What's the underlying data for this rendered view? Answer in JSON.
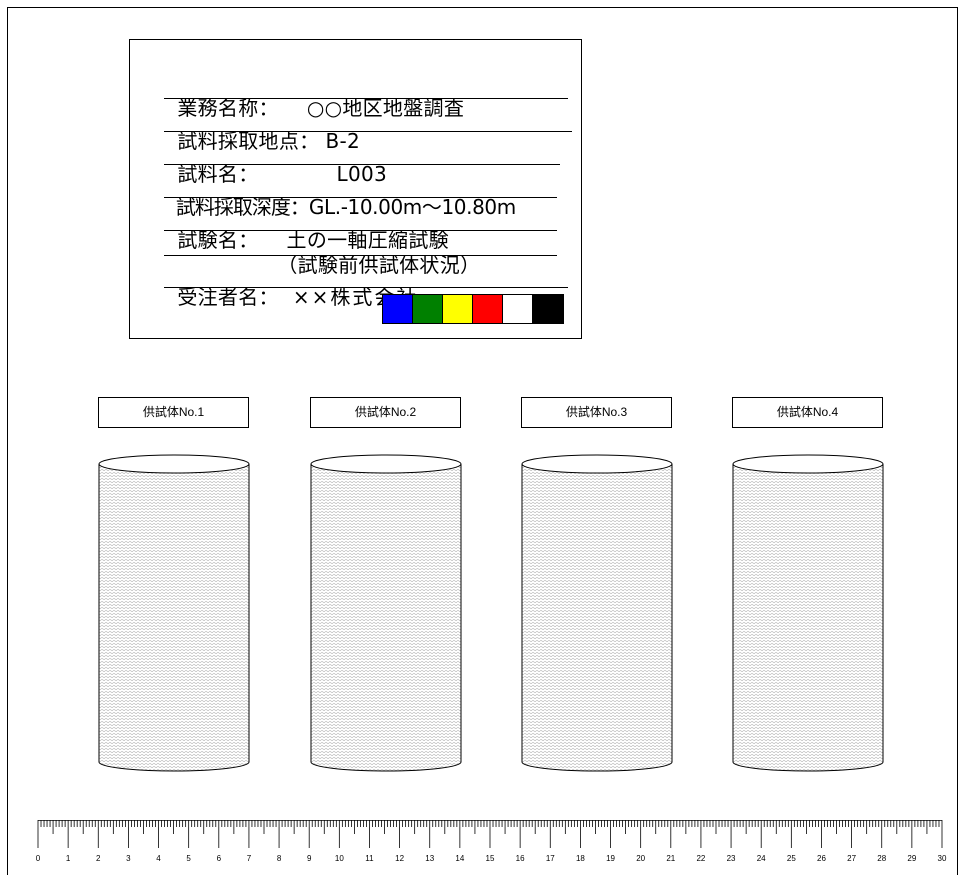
{
  "info_block": {
    "lines": [
      {
        "label": "業務名称：",
        "value": "○○地区地盤調査"
      },
      {
        "label": "試料採取地点：",
        "value": "B-2"
      },
      {
        "label": "試料名：",
        "value": "L003"
      },
      {
        "label": "試料採取深度：",
        "value": "GL.-10.00m～10.80m"
      },
      {
        "label": "試験名：",
        "value": "土の一軸圧縮試験"
      },
      {
        "label": "",
        "value": "（試験前供試体状況）"
      },
      {
        "label": "受注者名：",
        "value": "××株式会社"
      }
    ],
    "color_swatches": [
      "#0000ff",
      "#008000",
      "#ffff00",
      "#ff0000",
      "#ffffff",
      "#000000"
    ]
  },
  "specimens": [
    {
      "label": "供試体No.1"
    },
    {
      "label": "供試体No.2"
    },
    {
      "label": "供試体No.3"
    },
    {
      "label": "供試体No.4"
    }
  ],
  "ruler": {
    "labels": [
      "0",
      "1",
      "2",
      "3",
      "4",
      "5",
      "6",
      "7",
      "8",
      "9",
      "10",
      "11",
      "12",
      "13",
      "14",
      "15",
      "16",
      "17",
      "18",
      "19",
      "20",
      "21",
      "22",
      "23",
      "24",
      "25",
      "26",
      "27",
      "28",
      "29",
      "30"
    ]
  }
}
